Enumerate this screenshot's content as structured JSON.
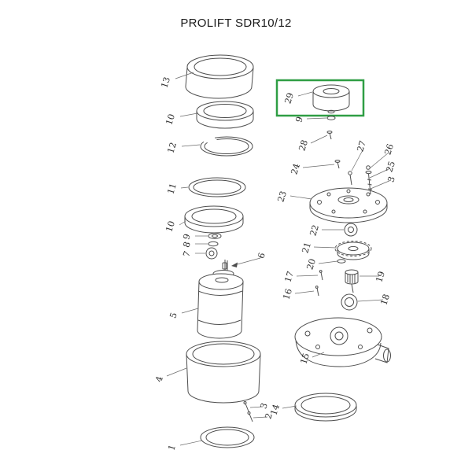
{
  "title": "PROLIFT SDR10/12",
  "highlight": {
    "part": "29",
    "color": "#2f9e44"
  },
  "parts": [
    {
      "num": "13"
    },
    {
      "num": "10"
    },
    {
      "num": "12"
    },
    {
      "num": "11"
    },
    {
      "num": "10"
    },
    {
      "num": "9"
    },
    {
      "num": "8"
    },
    {
      "num": "7"
    },
    {
      "num": "6"
    },
    {
      "num": "5"
    },
    {
      "num": "4"
    },
    {
      "num": "3"
    },
    {
      "num": "2"
    },
    {
      "num": "1"
    },
    {
      "num": "29"
    },
    {
      "num": "9"
    },
    {
      "num": "28"
    },
    {
      "num": "24"
    },
    {
      "num": "23"
    },
    {
      "num": "27"
    },
    {
      "num": "26"
    },
    {
      "num": "25"
    },
    {
      "num": "3"
    },
    {
      "num": "22"
    },
    {
      "num": "21"
    },
    {
      "num": "20"
    },
    {
      "num": "17"
    },
    {
      "num": "16"
    },
    {
      "num": "19"
    },
    {
      "num": "18"
    },
    {
      "num": "15"
    },
    {
      "num": "14"
    }
  ]
}
